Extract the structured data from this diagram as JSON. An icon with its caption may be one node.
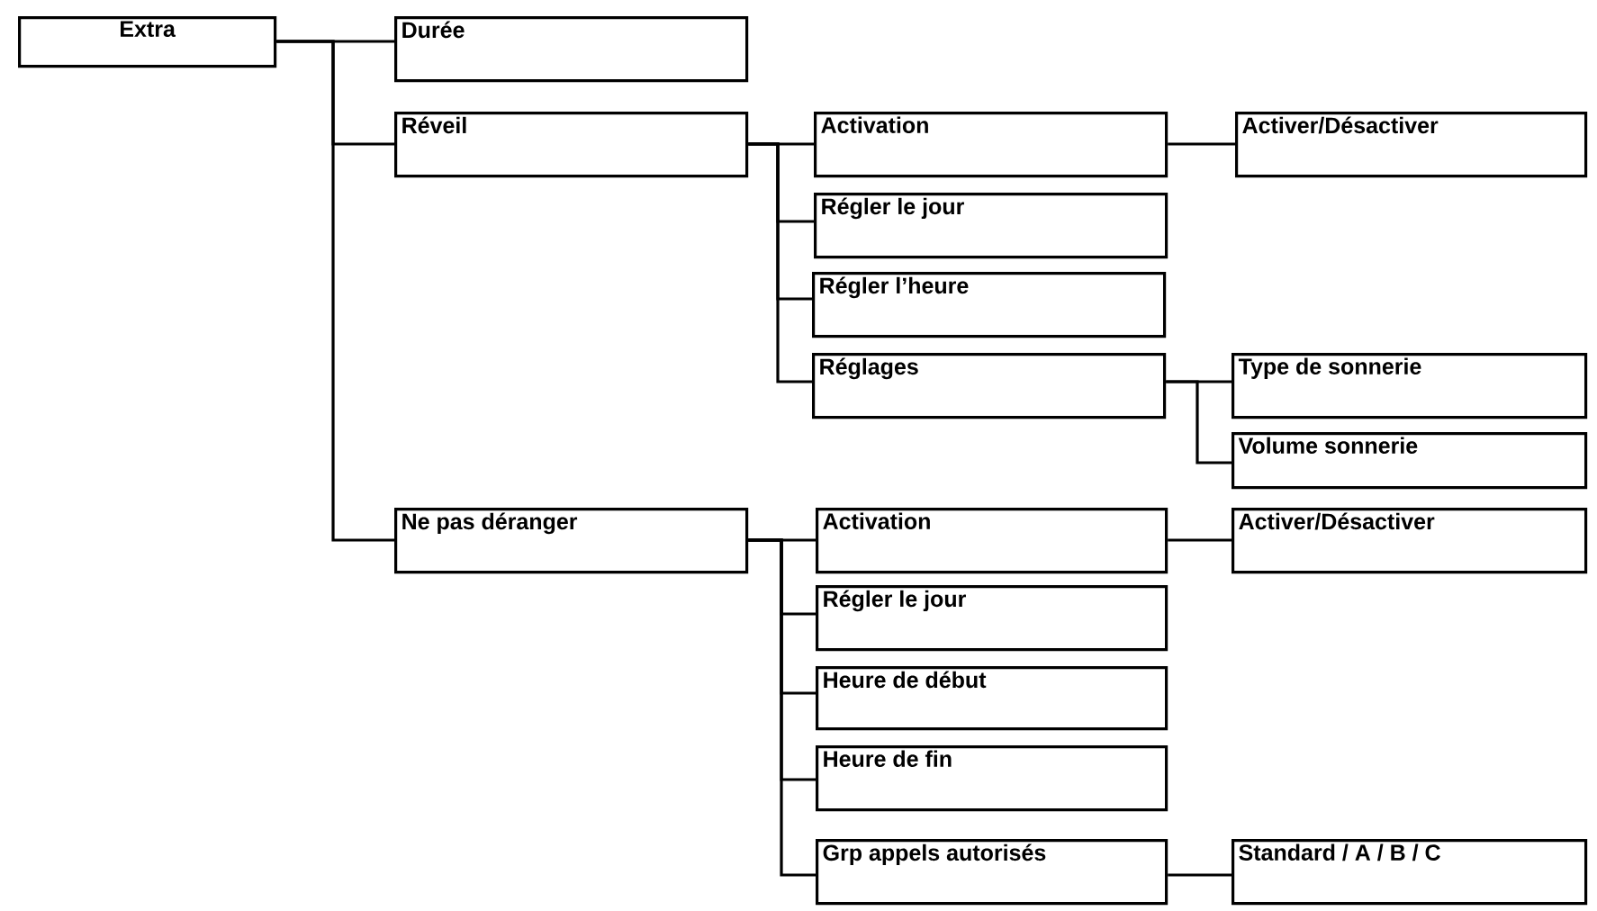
{
  "diagram": {
    "nodes": [
      {
        "text": [
          "Extra"
        ]
      },
      {
        "text": [
          "Durée"
        ]
      },
      {
        "text": [
          "Réveil"
        ]
      },
      {
        "text": [
          "Activation"
        ]
      },
      {
        "text": [
          "Activer/Désactiver"
        ]
      },
      {
        "text": [
          "Régler le jour"
        ]
      },
      {
        "text": [
          "Régler l’heure"
        ]
      },
      {
        "text": [
          "Réglages"
        ]
      },
      {
        "text": [
          "Type de sonnerie"
        ]
      },
      {
        "text": [
          "Volume sonnerie"
        ]
      },
      {
        "text": [
          "Ne pas déranger"
        ]
      },
      {
        "text": [
          "Activation"
        ]
      },
      {
        "text": [
          "Activer/Désactiver"
        ]
      },
      {
        "text": [
          "Régler le jour"
        ]
      },
      {
        "text": [
          "Heure de début"
        ]
      },
      {
        "text": [
          "Heure de fin"
        ]
      },
      {
        "text": [
          "Grp appels autorisés"
        ]
      },
      {
        "text": [
          "Standard / A / B / C"
        ]
      }
    ],
    "edges": [
      {
        "from": 0,
        "to": 1,
        "arrow": "none"
      },
      {
        "from": 0,
        "to": 2,
        "arrow": "none"
      },
      {
        "from": 0,
        "to": 10,
        "arrow": "none"
      },
      {
        "from": 2,
        "to": 3,
        "arrow": "none"
      },
      {
        "from": 2,
        "to": 5,
        "arrow": "none"
      },
      {
        "from": 2,
        "to": 6,
        "arrow": "none"
      },
      {
        "from": 2,
        "to": 7,
        "arrow": "none"
      },
      {
        "from": 3,
        "to": 4,
        "arrow": "none"
      },
      {
        "from": 7,
        "to": 8,
        "arrow": "none"
      },
      {
        "from": 7,
        "to": 9,
        "arrow": "none"
      },
      {
        "from": 10,
        "to": 11,
        "arrow": "none"
      },
      {
        "from": 10,
        "to": 13,
        "arrow": "none"
      },
      {
        "from": 10,
        "to": 14,
        "arrow": "none"
      },
      {
        "from": 10,
        "to": 15,
        "arrow": "none"
      },
      {
        "from": 10,
        "to": 16,
        "arrow": "none"
      },
      {
        "from": 11,
        "to": 12,
        "arrow": "none"
      },
      {
        "from": 16,
        "to": 17,
        "arrow": "none"
      }
    ]
  }
}
